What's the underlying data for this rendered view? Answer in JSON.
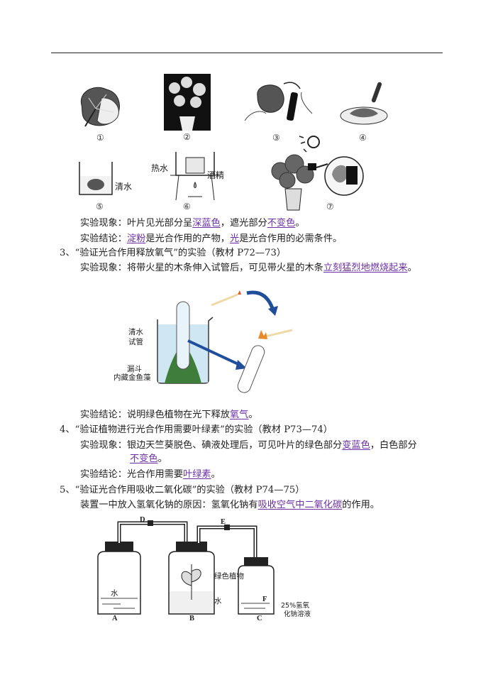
{
  "figure1": {
    "panels": [
      {
        "num": "①",
        "desc": "leaf"
      },
      {
        "num": "②",
        "desc": "potted plant in dark"
      },
      {
        "num": "③",
        "desc": "covering leaf with black paper"
      },
      {
        "num": "④",
        "desc": "dropping iodine on leaf in dish"
      },
      {
        "num": "⑤",
        "desc": "leaf rinsed in beaker",
        "label": "清水"
      },
      {
        "num": "⑥",
        "desc": "water bath heating",
        "labels": [
          "热水",
          "酒精"
        ]
      },
      {
        "num": "⑦",
        "desc": "plant in sunlight with covered leaf"
      }
    ]
  },
  "section2": {
    "phenomenon_label": "实验现象：",
    "phenomenon_parts": [
      "叶片见光部分呈",
      "深蓝色",
      "，遮光部分",
      "不变色",
      "。"
    ],
    "conclusion_label": "实验结论：",
    "conclusion_parts": [
      "淀粉",
      "是光合作用的产物，",
      "光",
      "是光合作用的必需条件。"
    ]
  },
  "section3": {
    "heading": "3、“验证光合作用释放氧气”的实验（教材 P72—73）",
    "phenomenon_label": "实验现象：",
    "phenomenon_parts": [
      "将带火星的木条伸入试管后，可见带火星的木条",
      "立刻猛烈地燃烧起来",
      "。"
    ],
    "figure_labels": {
      "water": "清水",
      "tube": "试管",
      "funnel": "漏斗",
      "algae": "内藏金鱼藻"
    },
    "conclusion_label": "实验结论：",
    "conclusion_parts": [
      "说明绿色植物在光下释放",
      "氧气",
      "。"
    ]
  },
  "section4": {
    "heading": "4、“验证植物进行光合作用需要叶绿素”的实验（教材 P73—74）",
    "phenomenon_label": "实验现象：",
    "phenomenon_parts": [
      "银边天竺葵脱色、碘液处理后，可见叶片的绿色部分",
      "变蓝色",
      "，白色部分",
      "不变色",
      "。"
    ],
    "conclusion_label": "实验结论：",
    "conclusion_parts": [
      "光合作用需要",
      "叶绿素",
      "。"
    ]
  },
  "section5": {
    "heading": "5、“验证光合作用吸收二氧化碳”的实验（教材 P74—75）",
    "reason_parts": [
      "装置一中放入氢氧化钠的原因：氢氧化钠有",
      "吸收空气中二氧化碳",
      "的作用。"
    ],
    "figure_labels": {
      "a": "A",
      "b": "B",
      "c": "C",
      "d": "D",
      "e": "E",
      "f": "F",
      "water_a": "水",
      "plant": "绿色植物",
      "water_b": "水",
      "naoh_1": "25%氢氧",
      "naoh_2": "化钠溶液"
    }
  },
  "colors": {
    "highlight": "#6b2fa3",
    "text": "#222222",
    "water": "#cfe6f3",
    "algae": "#3f7d3a",
    "arrow": "#1f4f9a"
  }
}
